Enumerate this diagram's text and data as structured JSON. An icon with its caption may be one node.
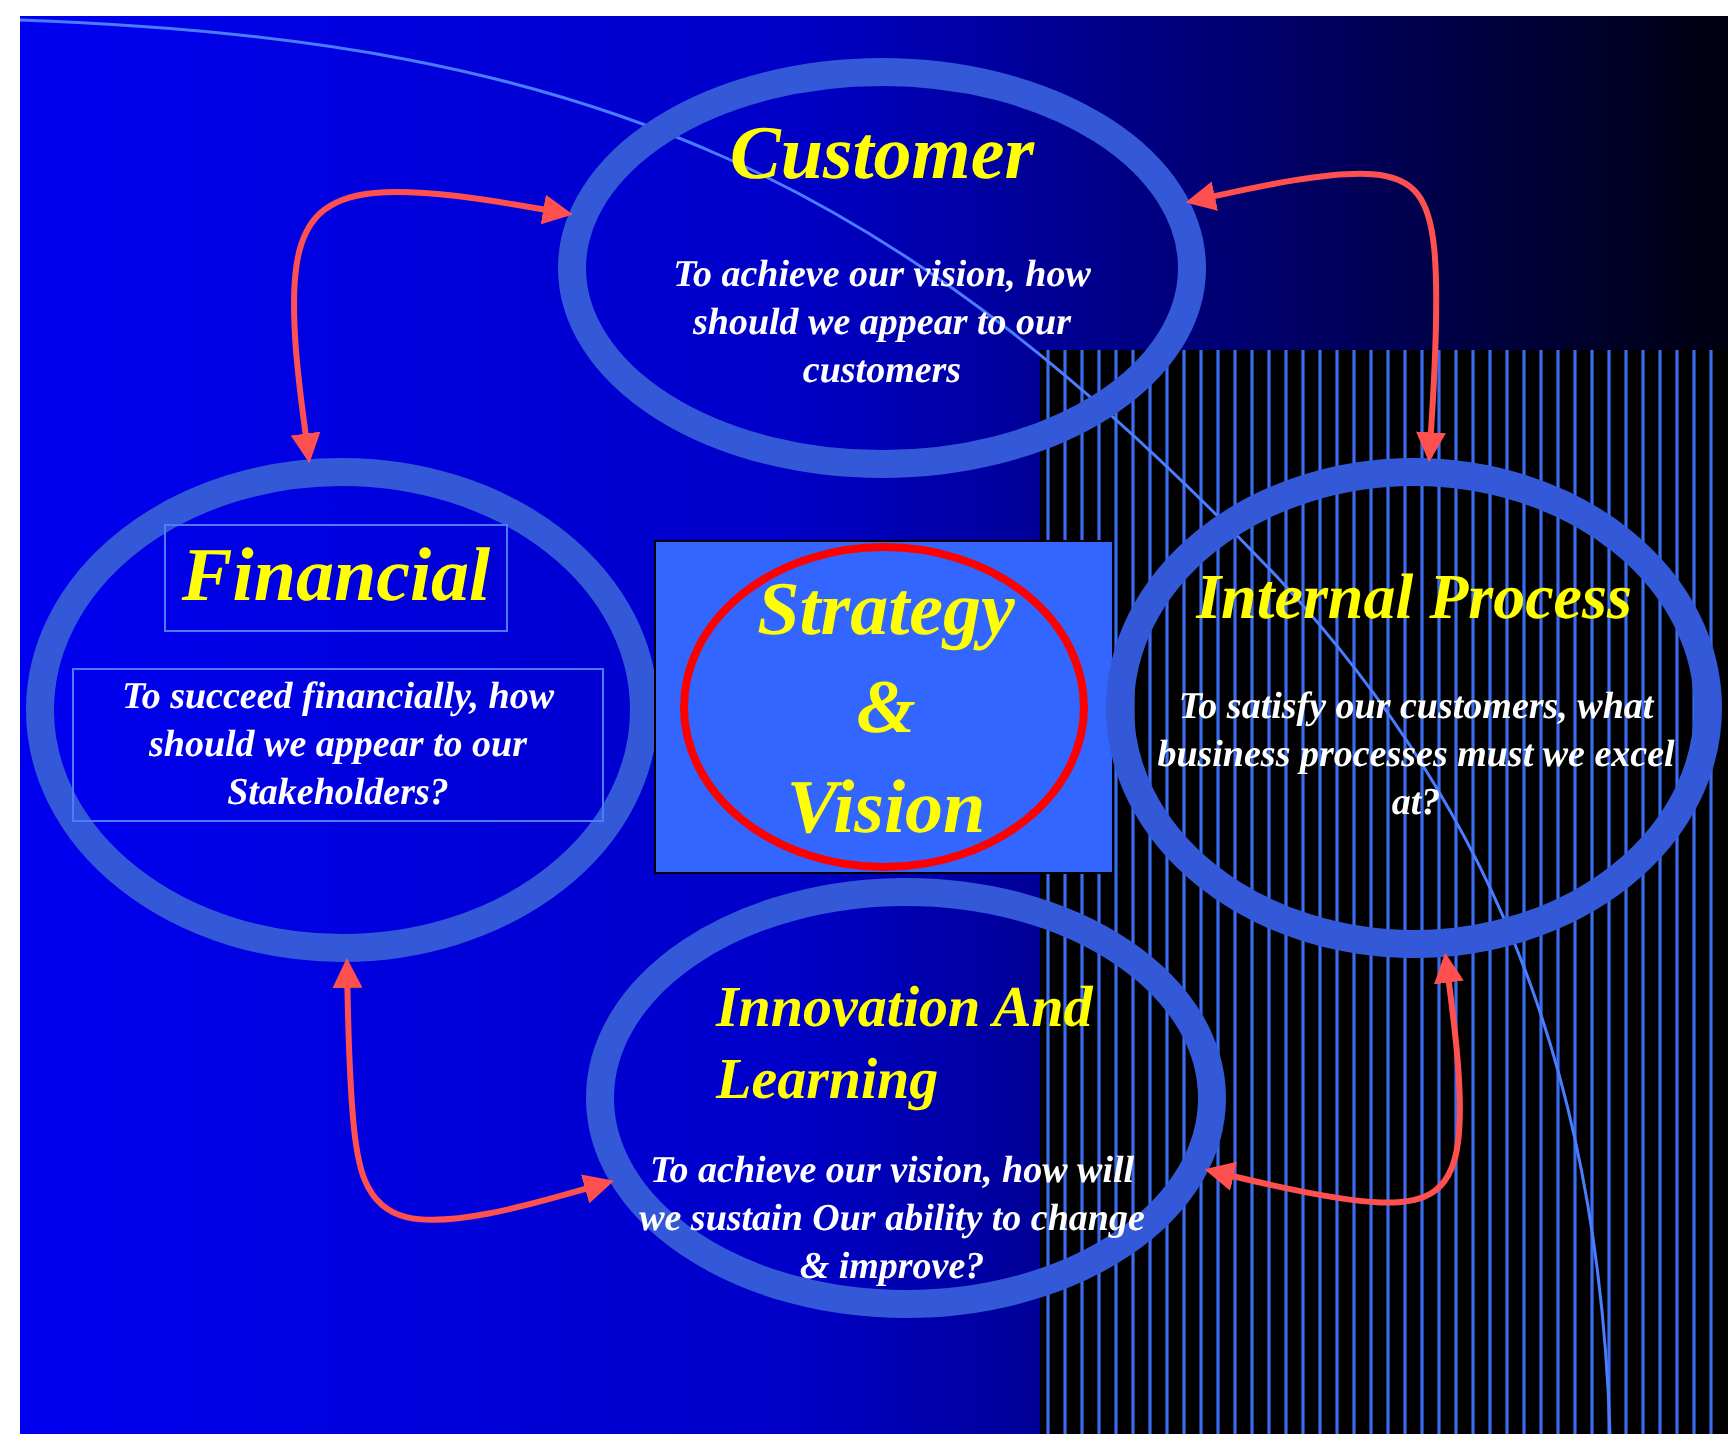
{
  "diagram": {
    "nodes": [
      {
        "text": [
          "Customer",
          "To achieve our vision, how should we appear to our customers"
        ]
      },
      {
        "text": [
          "Financial",
          "To succeed financially, how should we appear to our Stakeholders?"
        ]
      },
      {
        "text": [
          "Strategy & Vision"
        ]
      },
      {
        "text": [
          "Internal Process",
          "To satisfy our customers, what business processes must we excel at?"
        ]
      },
      {
        "text": [
          "Innovation And Learning",
          "To achieve our vision, how will we sustain Our ability to change & improve?"
        ]
      }
    ],
    "edges": [
      {
        "from": 1,
        "to": 0,
        "arrow": "both"
      },
      {
        "from": 0,
        "to": 3,
        "arrow": "both"
      },
      {
        "from": 1,
        "to": 4,
        "arrow": "both"
      },
      {
        "from": 3,
        "to": 4,
        "arrow": "both"
      }
    ]
  }
}
